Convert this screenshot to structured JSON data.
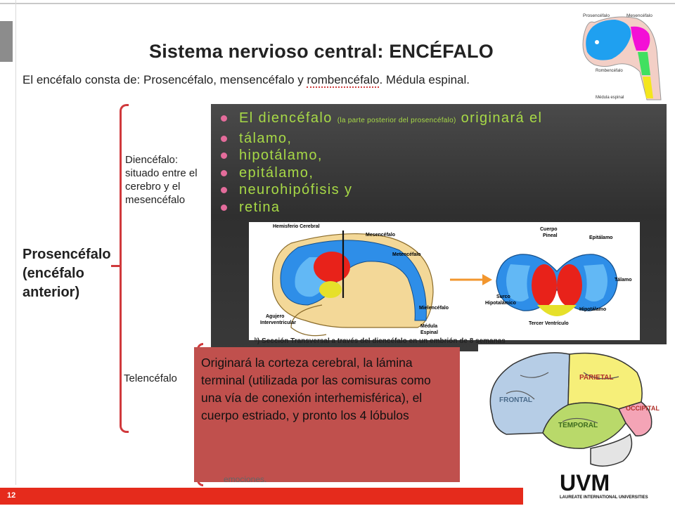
{
  "slide": {
    "title": "Sistema nervioso central: ENCÉFALO",
    "intro_part1": "El encéfalo consta de: Prosencéfalo, mensencéfalo y ",
    "intro_squig": "rombencéfalo",
    "intro_part2": ". Médula espinal.",
    "page_number": "12",
    "accent_color": "#e52b1c"
  },
  "labels": {
    "diencefalo": "Diencéfalo: situado entre el cerebro y el mesencéfalo",
    "prosencefalo_1": "Prosencéfalo",
    "prosencefalo_2": "(encéfalo",
    "prosencefalo_3": "anterior)",
    "telencefalo": "Telencéfalo"
  },
  "diencephalon_panel": {
    "line1_a": "El diencéfalo ",
    "line1_small": "(la parte posterior del prosencéfalo)",
    "line1_b": " originará el",
    "items": [
      "tálamo,",
      "hipotálamo,",
      "epitálamo,",
      "neurohipófisis y",
      "retina"
    ],
    "bullet_color": "#e46c9b",
    "text_color": "#a7d946"
  },
  "diagram": {
    "labels": {
      "hemisferio": "Hemisferio Cerebral",
      "mesencefalo": "Mesencéfalo",
      "metencefalo": "Metencéfalo",
      "mielencefalo": "Mielencéfalo",
      "agujero": "Agujero",
      "interventricular": "Interventricular",
      "medula": "Médula",
      "espinal": "Espinal",
      "cuerpo": "Cuerpo",
      "pineal": "Pineal",
      "epitalamo": "Epitálamo",
      "talamo": "Tálamo",
      "surco": "Surco",
      "hipotalamico": "Hipotalámico",
      "hipotalamo": "Hipotálamo",
      "tercer": "Tercer Ventrículo"
    },
    "caption": "ᵇ) Sección Transversal a través del diencéfalo en un embrión de 8 semanas"
  },
  "mini_brain": {
    "prosencefalo": "Prosencéfalo",
    "mesencefalo": "Mesencéfalo",
    "rombencefalo": "Rombencéfalo",
    "medula": "Médula espinal"
  },
  "telencephalon_box": {
    "text": "Originará la corteza cerebral, la lámina terminal (utilizada por las comisuras como una vía de conexión interhemisférica), el cuerpo estriado, y pronto los 4 lóbulos"
  },
  "lobes": {
    "frontal": "FRONTAL",
    "parietal": "PARIETAL",
    "temporal": "TEMPORAL",
    "occipital": "OCCIPITAL"
  },
  "partial_text": "emociones.",
  "logo": {
    "name": "UVM",
    "tagline": "LAUREATE INTERNATIONAL UNIVERSITIES"
  }
}
